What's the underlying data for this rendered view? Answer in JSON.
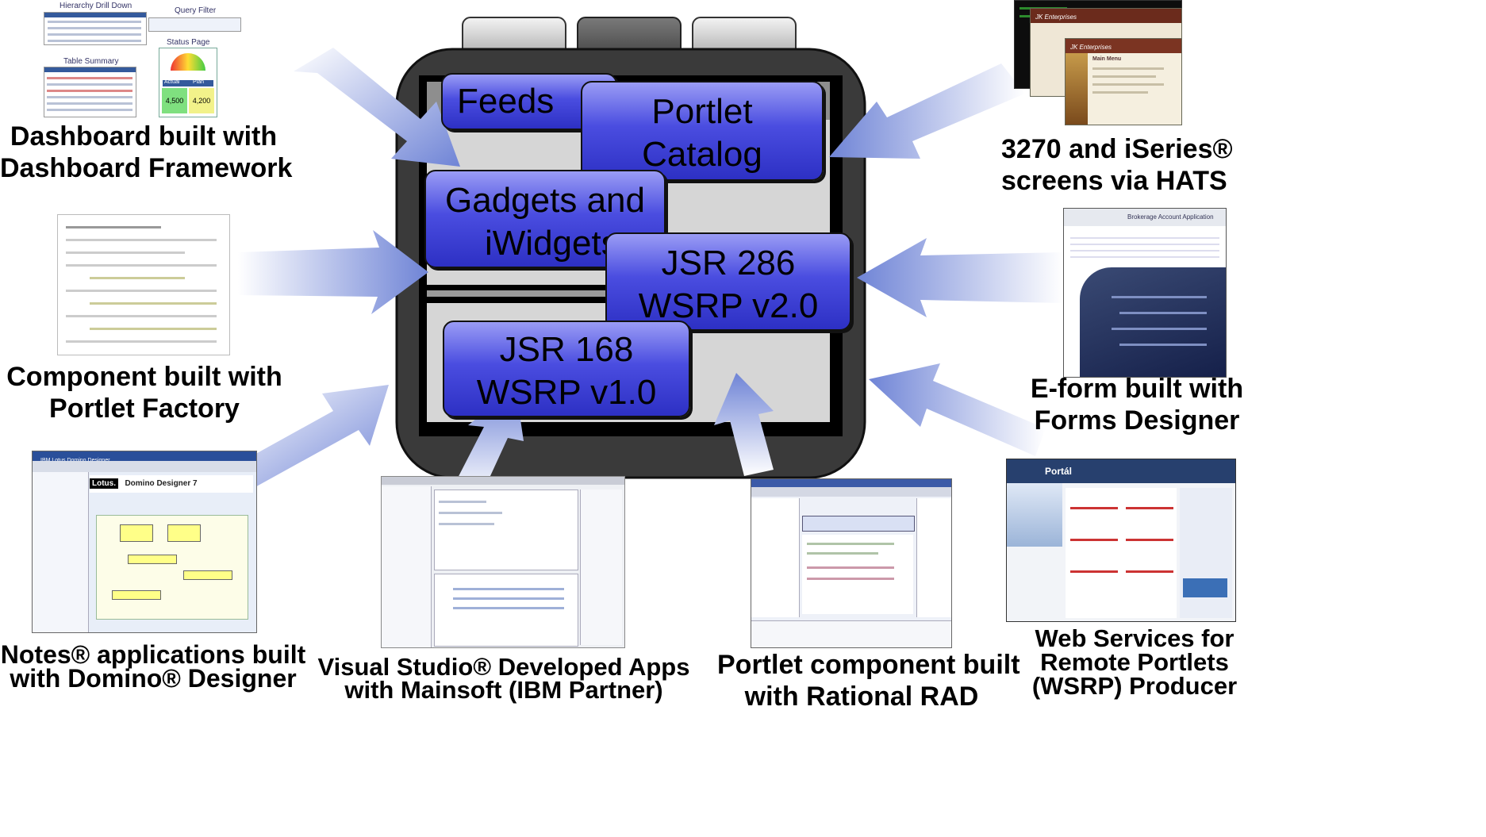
{
  "colors": {
    "arrow_light": "#e6ecfb",
    "arrow_dark": "#6f84d6",
    "container": "#3a3a3a",
    "box_dark": "#2d30c4",
    "box_light": "#9a9cf5"
  },
  "center_boxes": {
    "feeds": [
      "Feeds"
    ],
    "portlet_catalog": [
      "Portlet",
      "Catalog"
    ],
    "gadgets": [
      "Gadgets and",
      "iWidgets"
    ],
    "jsr286": [
      "JSR 286",
      "WSRP v2.0"
    ],
    "jsr168": [
      "JSR 168",
      "WSRP v1.0"
    ]
  },
  "captions": {
    "dashboard": [
      "Dashboard built with",
      "Dashboard Framework"
    ],
    "component": [
      "Component  built with",
      "Portlet Factory"
    ],
    "notes": [
      "Notes® applications built",
      "with Domino® Designer"
    ],
    "visual_studio": [
      "Visual Studio® Developed Apps",
      "with Mainsoft (IBM Partner)"
    ],
    "portlet_component": [
      "Portlet component built",
      "with Rational RAD"
    ],
    "wsrp": [
      "Web Services for",
      "Remote Portlets",
      "(WSRP) Producer"
    ],
    "eform": [
      "E-form built with",
      "Forms Designer"
    ],
    "hats": [
      "3270 and iSeries®",
      "screens via HATS"
    ]
  },
  "thumbnails": {
    "dashboard": {
      "hierarchy_title": "Hierarchy Drill Down",
      "query_title": "Query Filter",
      "table_title": "Table Summary",
      "status_title": "Status Page",
      "actual_label": "Actual",
      "plan_label": "Plan",
      "actual_value": "4,500",
      "plan_value": "4,200"
    },
    "hats": {
      "title1": "JK Enterprises",
      "title2": "JK Enterprises",
      "menu": "Main Menu"
    },
    "eform": {
      "title": "Brokerage Account Application"
    },
    "notes": {
      "window_title": "IBM Lotus Domino Designer",
      "brand": "Lotus.",
      "product": "Domino Designer 7"
    },
    "wsrp": {
      "title": "Portál"
    }
  }
}
